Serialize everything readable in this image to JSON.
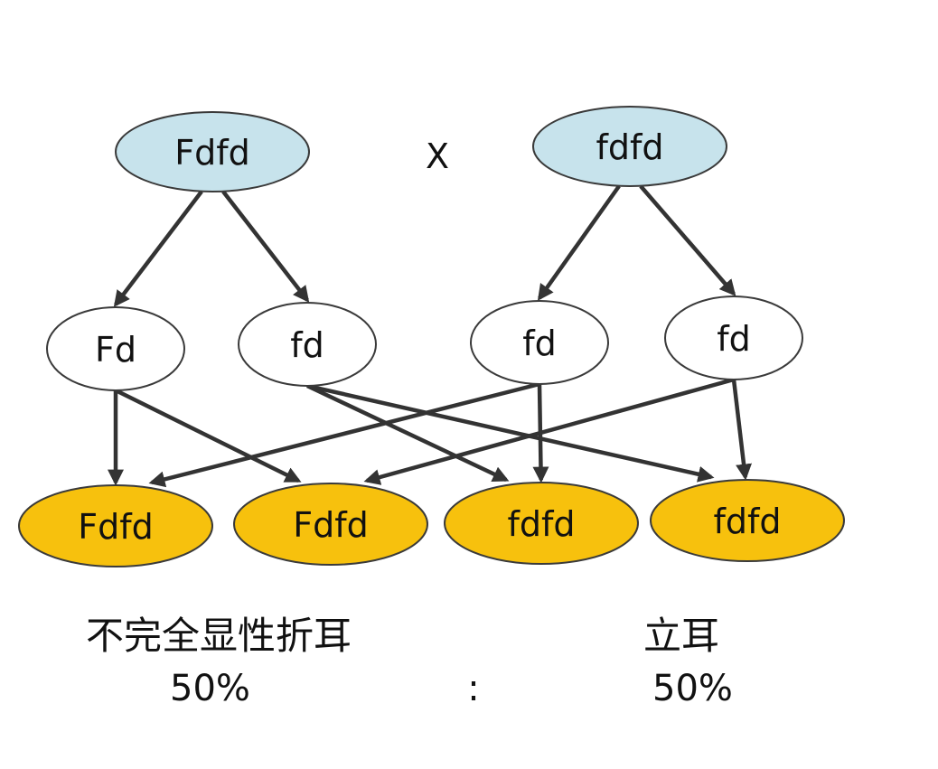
{
  "colors": {
    "parent_fill": "#c7e3ec",
    "gamete_fill": "#ffffff",
    "offspring_fill": "#f7c10d",
    "edge": "#333333",
    "outline": "#3a3a3a"
  },
  "parents": [
    {
      "id": "p1",
      "label": "Fdfd"
    },
    {
      "id": "p2",
      "label": "fdfd"
    }
  ],
  "cross_symbol": "X",
  "gametes": [
    {
      "id": "g1",
      "label": "Fd",
      "parent": "p1"
    },
    {
      "id": "g2",
      "label": "fd",
      "parent": "p1"
    },
    {
      "id": "g3",
      "label": "fd",
      "parent": "p2"
    },
    {
      "id": "g4",
      "label": "fd",
      "parent": "p2"
    }
  ],
  "offspring": [
    {
      "id": "o1",
      "label": "Fdfd"
    },
    {
      "id": "o2",
      "label": "Fdfd"
    },
    {
      "id": "o3",
      "label": "fdfd"
    },
    {
      "id": "o4",
      "label": "fdfd"
    }
  ],
  "edges": [
    {
      "from": "p1",
      "to": "g1"
    },
    {
      "from": "p1",
      "to": "g2"
    },
    {
      "from": "p2",
      "to": "g3"
    },
    {
      "from": "p2",
      "to": "g4"
    },
    {
      "from": "g1",
      "to": "o1"
    },
    {
      "from": "g1",
      "to": "o2"
    },
    {
      "from": "g2",
      "to": "o3"
    },
    {
      "from": "g2",
      "to": "o4"
    },
    {
      "from": "g3",
      "to": "o1"
    },
    {
      "from": "g3",
      "to": "o3"
    },
    {
      "from": "g4",
      "to": "o2"
    },
    {
      "from": "g4",
      "to": "o4"
    }
  ],
  "phenotypes": {
    "left": "不完全显性折耳",
    "right": "立耳"
  },
  "ratio": {
    "left": "50%",
    "separator": ":",
    "right": "50%"
  }
}
